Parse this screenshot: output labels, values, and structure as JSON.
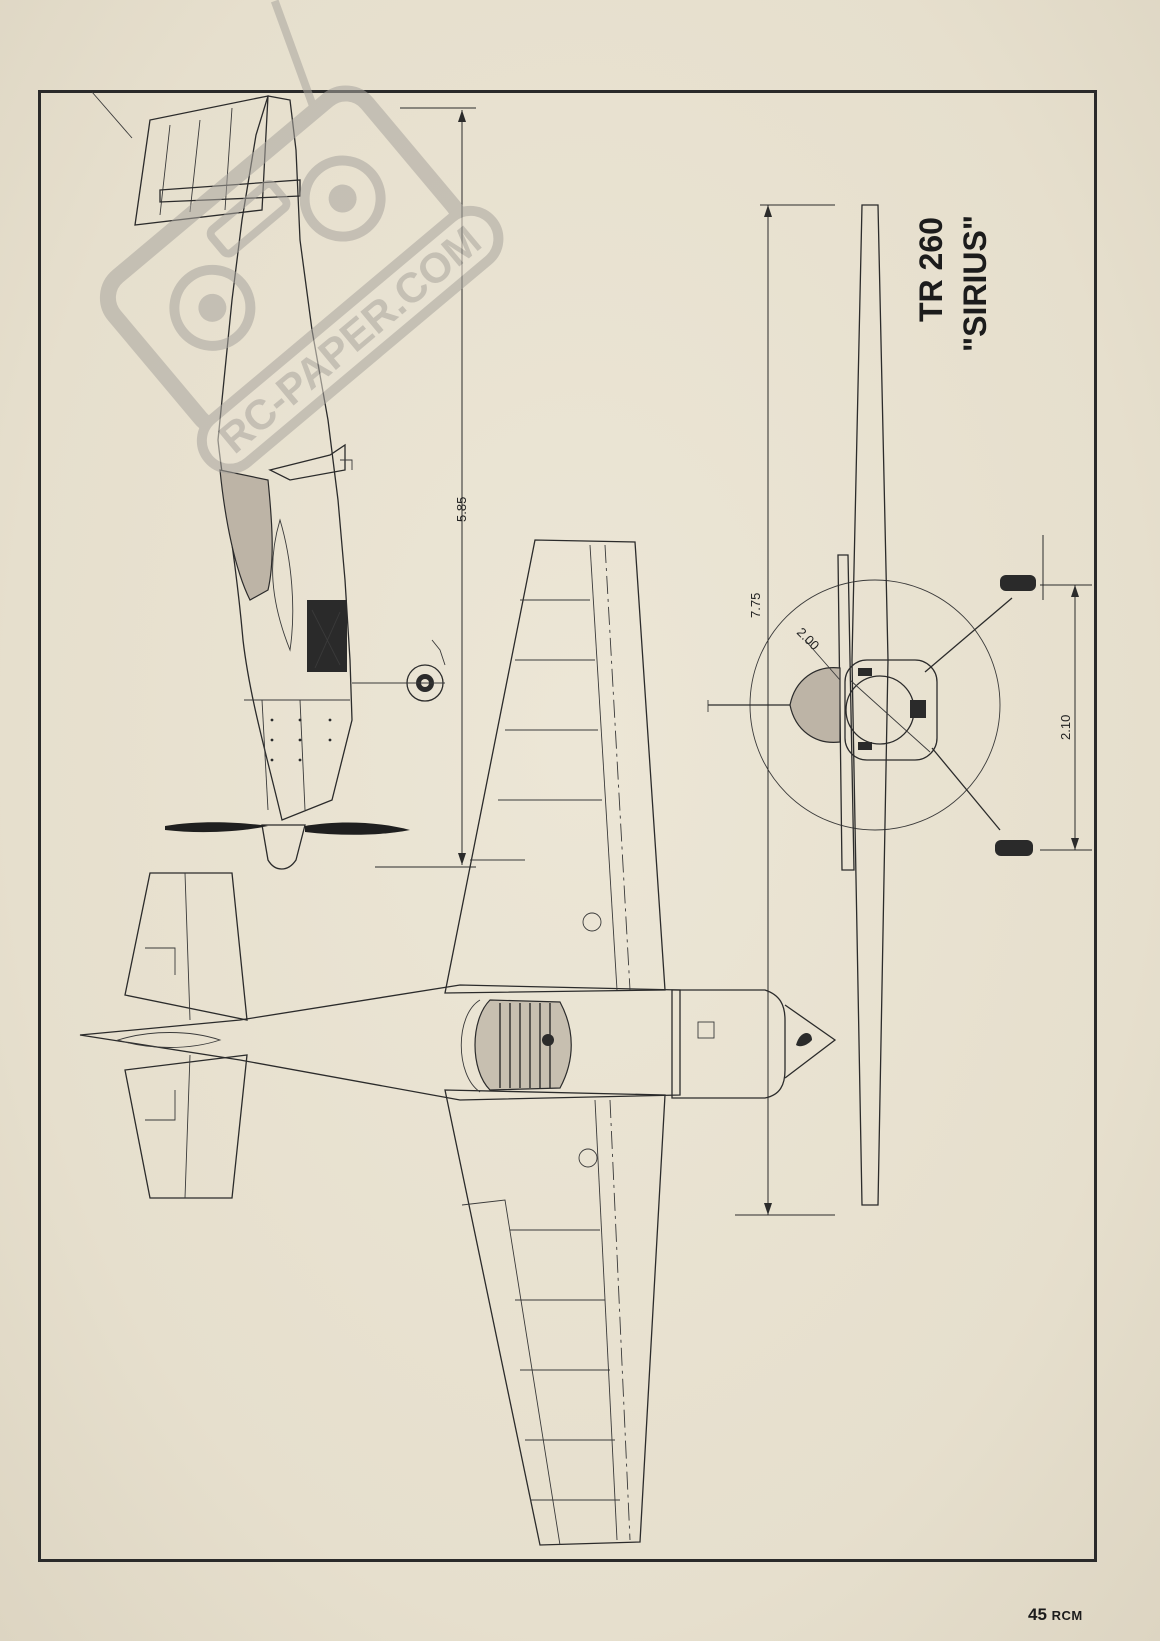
{
  "title": {
    "line1": "TR 260",
    "line2": "\"SIRIUS\""
  },
  "dimensions": {
    "length": "5.85",
    "span": "7.75",
    "prop_diameter": "2.00",
    "track": "2.10"
  },
  "watermark": {
    "text": "RC-PAPER.COM"
  },
  "footer": {
    "page_number": "45",
    "magazine": "RCM"
  },
  "colors": {
    "paper": "#e9e2d1",
    "ink": "#2b2b2b",
    "watermark": "#b5b2ab"
  }
}
